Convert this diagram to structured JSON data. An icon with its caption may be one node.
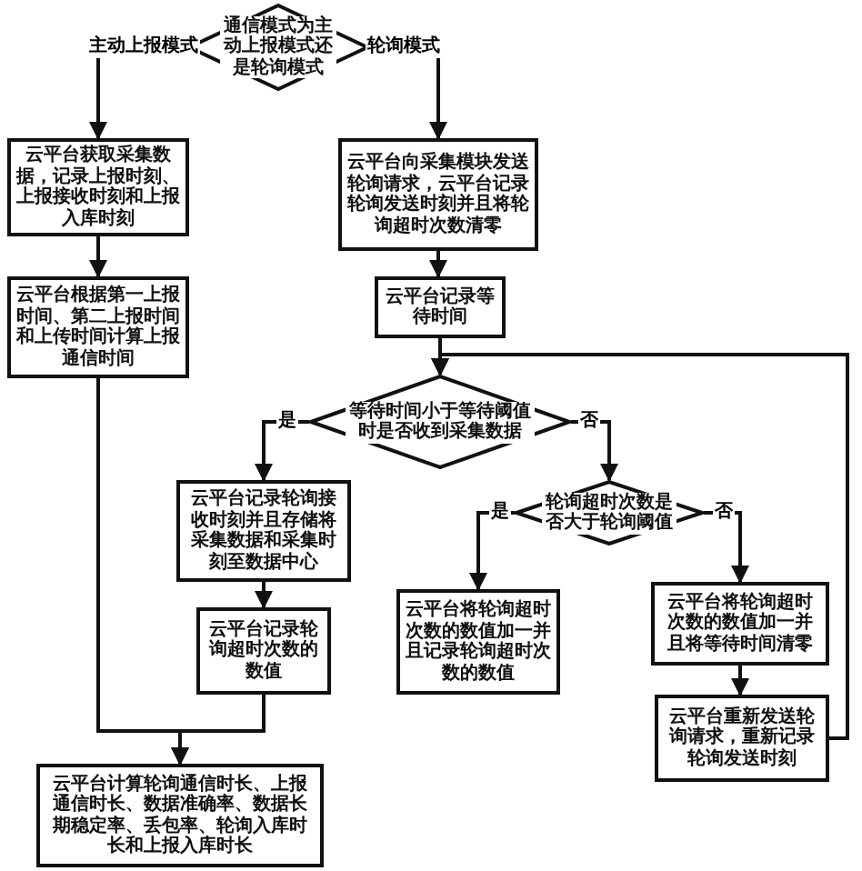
{
  "diagram": {
    "nodes": [
      {
        "text": [
          "通信模式为主动上报模式还是轮询模式"
        ]
      },
      {
        "text": [
          "云平台获取采集数据，记录上报时刻、上报接收时刻和上报入库时刻"
        ]
      },
      {
        "text": [
          "云平台向采集模块发送轮询请求，云平台记录轮询发送时刻并且将轮询超时次数清零"
        ]
      },
      {
        "text": [
          "云平台根据第一上报时间、第二上报时间和上传时间计算上报通信时间"
        ]
      },
      {
        "text": [
          "云平台记录等待时间"
        ]
      },
      {
        "text": [
          "等待时间小于等待阈值时是否收到采集数据"
        ]
      },
      {
        "text": [
          "云平台记录轮询接收时刻并且存储将采集数据和采集时刻至数据中心"
        ]
      },
      {
        "text": [
          "轮询超时次数是否大于轮询阈值"
        ]
      },
      {
        "text": [
          "云平台记录轮询超时次数的数值"
        ]
      },
      {
        "text": [
          "云平台将轮询超时次数的数值加一并且记录轮询超时次数的数值"
        ]
      },
      {
        "text": [
          "云平台将轮询超时次数的数值加一并且将等待时间清零"
        ]
      },
      {
        "text": [
          "云平台重新发送轮询请求，重新记录轮询发送时刻"
        ]
      },
      {
        "text": [
          "云平台计算轮询通信时长、上报通信时长、数据准确率、数据长期稳定率、丢包率、轮询入库时长和上报入库时长"
        ]
      }
    ],
    "edges": [
      {
        "from": 0,
        "to": 1,
        "arrow": "to",
        "label": "主动上报模式"
      },
      {
        "from": 0,
        "to": 2,
        "arrow": "to",
        "label": "轮询模式"
      },
      {
        "from": 1,
        "to": 3,
        "arrow": "to"
      },
      {
        "from": 2,
        "to": 4,
        "arrow": "to"
      },
      {
        "from": 4,
        "to": 5,
        "arrow": "to"
      },
      {
        "from": 5,
        "to": 6,
        "arrow": "to",
        "label": "是"
      },
      {
        "from": 5,
        "to": 7,
        "arrow": "to",
        "label": "否"
      },
      {
        "from": 7,
        "to": 9,
        "arrow": "to",
        "label": "是"
      },
      {
        "from": 7,
        "to": 10,
        "arrow": "to",
        "label": "否"
      },
      {
        "from": 6,
        "to": 8,
        "arrow": "to"
      },
      {
        "from": 10,
        "to": 11,
        "arrow": "to"
      },
      {
        "from": 11,
        "to": 5,
        "arrow": "to"
      },
      {
        "from": 3,
        "to": 12,
        "arrow": "to"
      },
      {
        "from": 8,
        "to": 12,
        "arrow": "to"
      }
    ]
  }
}
